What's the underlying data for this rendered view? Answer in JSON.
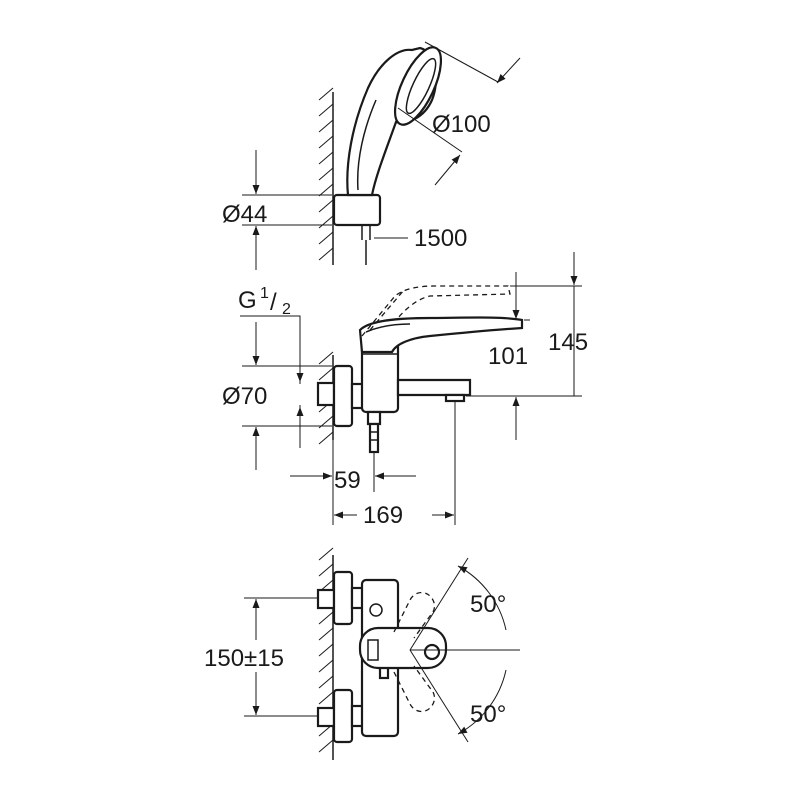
{
  "labels": {
    "hand_shower_diameter": "Ø100",
    "holder_diameter": "Ø44",
    "hose_length": "1500",
    "thread_letter": "G",
    "thread_num": "1",
    "thread_den": "2",
    "lever_height": "101",
    "total_height": "145",
    "rosette_diameter": "Ø70",
    "spout_offset": "59",
    "spout_projection": "169",
    "center_distance": "150±15",
    "angle_upper": "50°",
    "angle_lower": "50°"
  }
}
